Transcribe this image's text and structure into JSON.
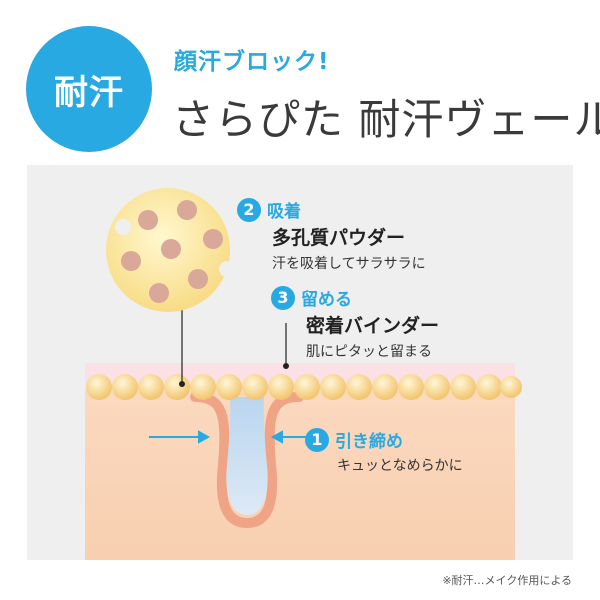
{
  "badge": {
    "text": "耐汗"
  },
  "header": {
    "subtitle": "顔汗ブロック!",
    "title": "さらぴた 耐汗ヴェール"
  },
  "callouts": [
    {
      "number": "2",
      "heading": "吸着",
      "name": "多孔質パウダー",
      "desc": "汗を吸着してサラサラに"
    },
    {
      "number": "3",
      "heading": "留める",
      "name": "密着バインダー",
      "desc": "肌にピタッと留まる"
    },
    {
      "number": "1",
      "heading": "引き締め",
      "desc": "キュッとなめらかに"
    }
  ],
  "footnote": "※耐汗…メイク作用による",
  "colors": {
    "accent": "#29a9e1",
    "skin": "#f9d3b6",
    "skin_edge": "#f0a486",
    "pink_layer": "#fbe0e6",
    "bead": "#f6cf7c",
    "powder": "#fbe59a",
    "pore_spot": "#d9a898",
    "sweat": "#c5dcf0"
  }
}
